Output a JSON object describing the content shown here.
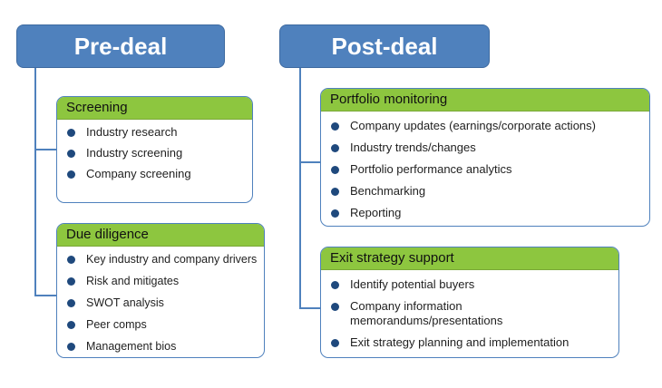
{
  "pre_deal": {
    "title": "Pre-deal",
    "screening": {
      "title": "Screening",
      "items": [
        "Industry research",
        "Industry screening",
        "Company screening"
      ]
    },
    "due_diligence": {
      "title": "Due diligence",
      "items": [
        "Key industry and company drivers",
        "Risk and mitigates",
        "SWOT analysis",
        "Peer comps",
        "Management bios"
      ]
    }
  },
  "post_deal": {
    "title": "Post-deal",
    "portfolio_monitoring": {
      "title": "Portfolio monitoring",
      "items": [
        "Company updates (earnings/corporate actions)",
        "Industry trends/changes",
        "Portfolio performance analytics",
        "Benchmarking",
        "Reporting"
      ]
    },
    "exit_strategy": {
      "title": "Exit strategy support",
      "items": [
        "Identify potential buyers",
        "Company information memorandums/presentations",
        "Exit strategy planning and implementation"
      ]
    }
  },
  "colors": {
    "header_blue": "#4f81bd",
    "title_green": "#8dc63f",
    "bullet": "#1f497d"
  }
}
